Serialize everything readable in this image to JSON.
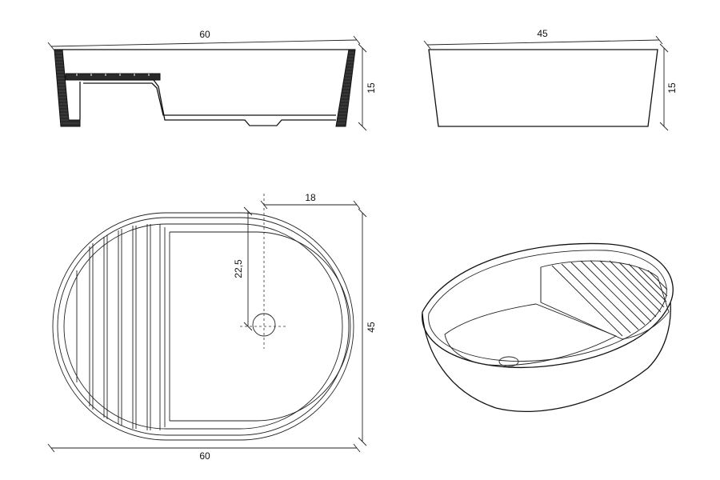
{
  "dimensions": {
    "side_view_width": "60",
    "side_view_height": "15",
    "end_view_width": "45",
    "end_view_height": "15",
    "plan_offset_x": "18",
    "plan_offset_y": "22,5",
    "plan_height": "45",
    "plan_width": "60"
  },
  "colors": {
    "line": "#111111",
    "section_fill": "#2a2a2a",
    "background": "#ffffff"
  }
}
